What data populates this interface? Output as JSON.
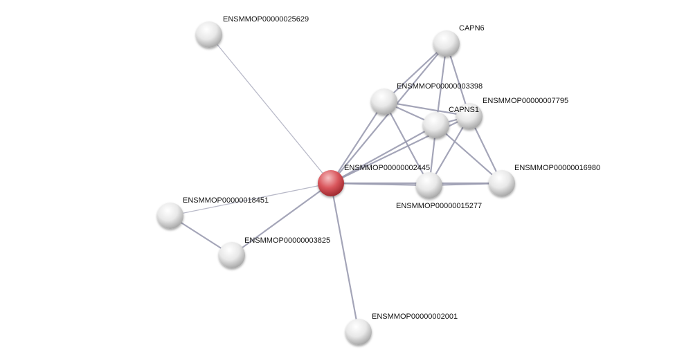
{
  "network": {
    "nodes": [
      {
        "id": "n25629",
        "label": "ENSMMOP00000025629",
        "query": false
      },
      {
        "id": "capn6",
        "label": "CAPN6",
        "query": false
      },
      {
        "id": "n3398",
        "label": "ENSMMOP00000003398",
        "query": false
      },
      {
        "id": "capns1",
        "label": "CAPNS1",
        "query": false
      },
      {
        "id": "n7795",
        "label": "ENSMMOP00000007795",
        "query": false
      },
      {
        "id": "n2445",
        "label": "ENSMMOP00000002445",
        "query": true
      },
      {
        "id": "n15277",
        "label": "ENSMMOP00000015277",
        "query": false
      },
      {
        "id": "n16980",
        "label": "ENSMMOP00000016980",
        "query": false
      },
      {
        "id": "n18451",
        "label": "ENSMMOP00000018451",
        "query": false
      },
      {
        "id": "n3825",
        "label": "ENSMMOP00000003825",
        "query": false
      },
      {
        "id": "n2001",
        "label": "ENSMMOP00000002001",
        "query": false
      }
    ],
    "edges": [
      [
        "n2445",
        "n25629"
      ],
      [
        "n2445",
        "n18451"
      ],
      [
        "n2445",
        "n3825"
      ],
      [
        "n18451",
        "n3825"
      ],
      [
        "n2445",
        "n2001"
      ],
      [
        "n2445",
        "n3398"
      ],
      [
        "n2445",
        "capn6"
      ],
      [
        "n2445",
        "capns1"
      ],
      [
        "n2445",
        "n7795"
      ],
      [
        "n2445",
        "n15277"
      ],
      [
        "n2445",
        "n16980"
      ],
      [
        "capn6",
        "n3398"
      ],
      [
        "capn6",
        "capns1"
      ],
      [
        "capn6",
        "n7795"
      ],
      [
        "n3398",
        "capns1"
      ],
      [
        "n3398",
        "n7795"
      ],
      [
        "n3398",
        "n15277"
      ],
      [
        "capns1",
        "n7795"
      ],
      [
        "capns1",
        "n15277"
      ],
      [
        "capns1",
        "n16980"
      ],
      [
        "n7795",
        "n15277"
      ],
      [
        "n7795",
        "n16980"
      ],
      [
        "n15277",
        "n16980"
      ]
    ],
    "colors": {
      "query_node": "#d9565c",
      "node": "#e6e6e6",
      "edge": "#9a9bb0"
    }
  }
}
